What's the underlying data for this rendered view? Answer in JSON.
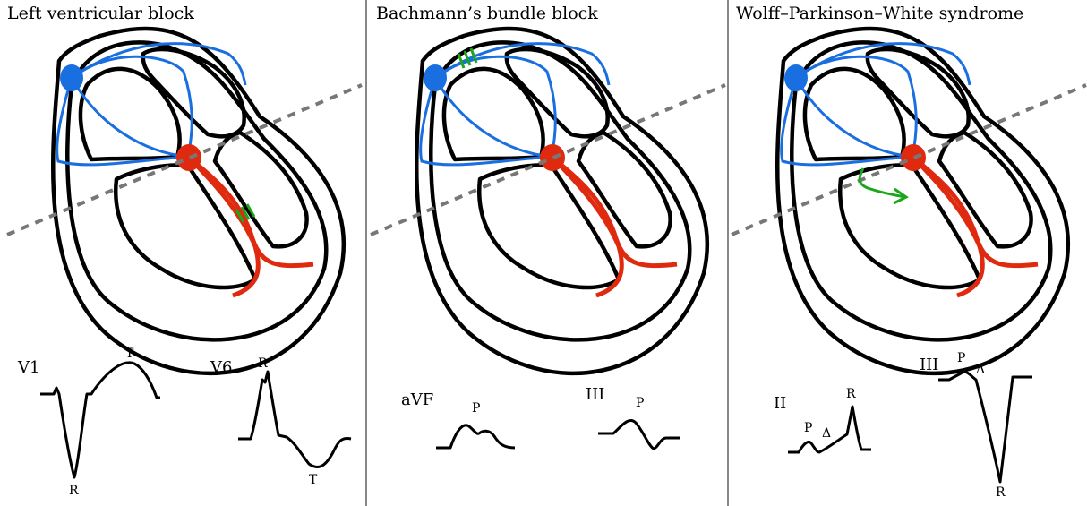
{
  "colors": {
    "outline": "#000000",
    "atrial_conduction": "#1a6fe0",
    "ventricular_conduction": "#e02a10",
    "marker": "#1aa81a",
    "axis_line": "#777777"
  },
  "panels": [
    {
      "title": "Left ventricular block",
      "marker": "block-hatch-left-bundle",
      "traces": [
        {
          "lead": "V1",
          "labels": [
            "T",
            "R"
          ]
        },
        {
          "lead": "V6",
          "labels": [
            "R",
            "T"
          ]
        }
      ]
    },
    {
      "title": "Bachmann’s bundle block",
      "marker": "block-hatch-bachmann",
      "traces": [
        {
          "lead": "aVF",
          "labels": [
            "P"
          ]
        },
        {
          "lead": "III",
          "labels": [
            "P"
          ]
        }
      ]
    },
    {
      "title": "Wolff–Parkinson–White syndrome",
      "marker": "accessory-pathway-arrow",
      "traces": [
        {
          "lead": "II",
          "labels": [
            "P",
            "Δ",
            "R"
          ]
        },
        {
          "lead": "III",
          "labels": [
            "P",
            "Δ",
            "R"
          ]
        }
      ]
    }
  ]
}
